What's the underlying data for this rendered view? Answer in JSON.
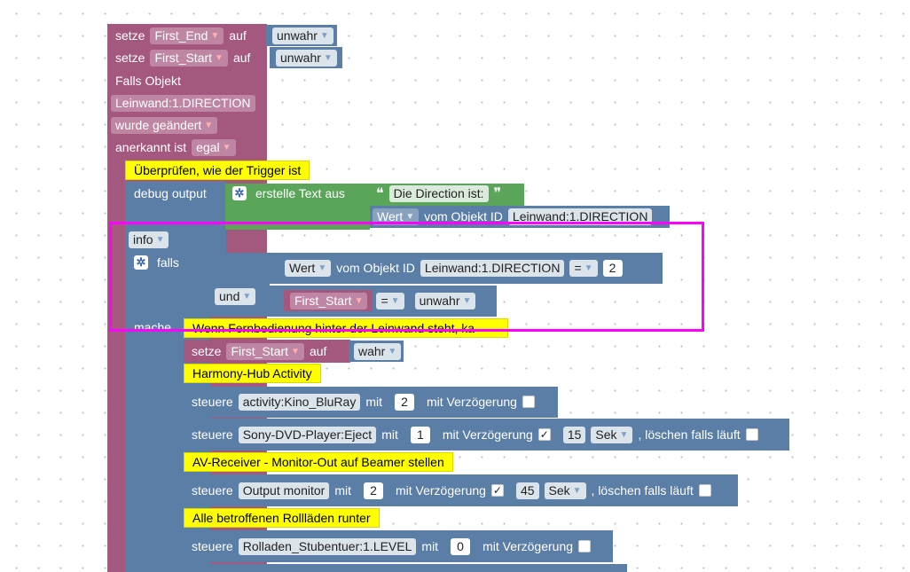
{
  "line1": {
    "verb": "setze",
    "variable": "First_End",
    "auf": "auf",
    "value": "unwahr"
  },
  "line2": {
    "verb": "setze",
    "variable": "First_Start",
    "auf": "auf",
    "value": "unwahr"
  },
  "trigger": {
    "title": "Falls Objekt",
    "object": "Leinwand:1.DIRECTION",
    "event": "wurde geändert",
    "ack_label": "anerkannt ist",
    "ack_value": "egal"
  },
  "comment1": "Überprüfen, wie der Trigger ist",
  "debug": {
    "label": "debug output",
    "create_text": "erstelle Text aus",
    "quote_open": "❝",
    "quote_close": "❞",
    "text": "Die Direction ist:",
    "wert": "Wert",
    "vom_objekt": "vom Objekt ID",
    "object": "Leinwand:1.DIRECTION",
    "level": "info"
  },
  "if_block": {
    "falls": "falls",
    "und": "und",
    "wert": "Wert",
    "vom_objekt": "vom Objekt ID",
    "object": "Leinwand:1.DIRECTION",
    "eq": "=",
    "number": "2",
    "var": "First_Start",
    "eq2": "=",
    "value": "unwahr",
    "mache": "mache"
  },
  "comment2": "Wenn Fernbedienung hinter der Leinwand steht, ka",
  "set_start": {
    "verb": "setze",
    "variable": "First_Start",
    "auf": "auf",
    "value": "wahr"
  },
  "comment3": "Harmony-Hub Activity",
  "ctrl1": {
    "verb": "steuere",
    "object": "activity:Kino_BluRay",
    "mit": "mit",
    "value": "2",
    "delay_label": "mit Verzögerung"
  },
  "ctrl2": {
    "verb": "steuere",
    "object": "Sony-DVD-Player:Eject",
    "mit": "mit",
    "value": "1",
    "delay_label": "mit Verzögerung",
    "delay": "15",
    "unit": "Sek",
    "clear_label": ", löschen falls läuft"
  },
  "comment4": "AV-Receiver - Monitor-Out auf Beamer stellen",
  "ctrl3": {
    "verb": "steuere",
    "object": "Output monitor",
    "mit": "mit",
    "value": "2",
    "delay_label": "mit Verzögerung",
    "delay": "45",
    "unit": "Sek",
    "clear_label": ", löschen falls läuft"
  },
  "comment5": "Alle betroffenen Rollläden runter",
  "ctrl4": {
    "verb": "steuere",
    "object": "Rolladen_Stubentuer:1.LEVEL",
    "mit": "mit",
    "value": "0",
    "delay_label": "mit Verzögerung"
  },
  "colors": {
    "variables": "#a5587e",
    "logic": "#5a7ea6",
    "text": "#5ba55b",
    "comment": "#ffff00",
    "selection": "#ff00ff"
  }
}
